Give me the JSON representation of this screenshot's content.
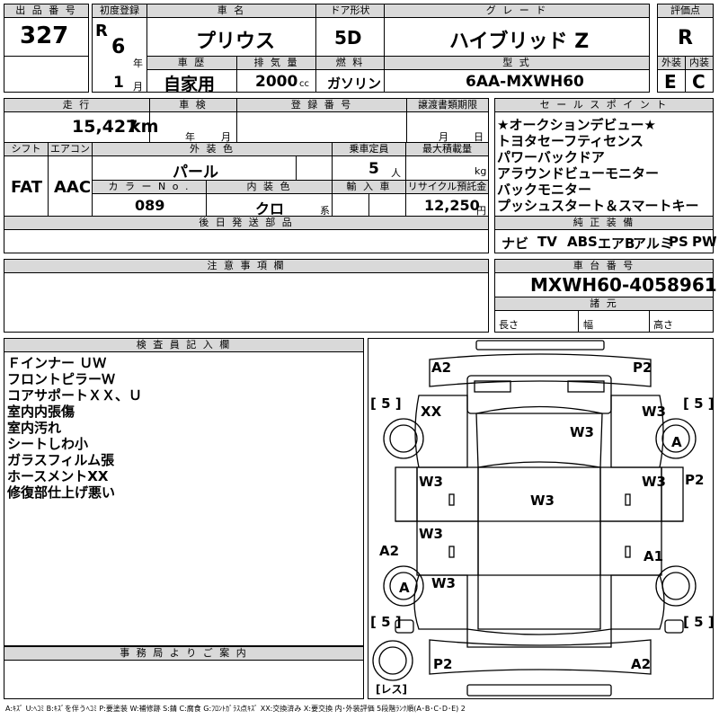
{
  "header": {
    "lot_label": "出 品 番 号",
    "lot_no": "327",
    "first_reg_label": "初度登録",
    "era": "R",
    "year": "6",
    "year_unit": "年",
    "month": "1",
    "month_unit": "月",
    "name_label": "車 名",
    "name": "プリウス",
    "door_label": "ドア形状",
    "door": "5D",
    "grade_label": "グ レ ー ド",
    "grade": "ハイブリッド Z",
    "score_label": "評価点",
    "score": "R",
    "history_label": "車 歴",
    "history": "自家用",
    "disp_label": "排 気 量",
    "disp": "2000",
    "disp_unit": "cc",
    "fuel_label": "燃 料",
    "fuel": "ガソリン",
    "model_label": "型 式",
    "model": "6AA-MXWH60",
    "ext_label": "外装",
    "ext": "E",
    "int_label": "内装",
    "int": "C"
  },
  "info": {
    "mileage_label": "走 行",
    "mileage": "15,427",
    "mileage_unit": "km",
    "inspection_label": "車 検",
    "insp_year": "年",
    "insp_month": "月",
    "plate_label": "登 録 番 号",
    "deadline_label": "譲渡書類期限",
    "dl_month": "月",
    "dl_day": "日",
    "shift_label": "シフト",
    "shift": "FAT",
    "ac_label": "エアコン",
    "ac": "AAC",
    "color_label": "外 装 色",
    "color": "パール",
    "capacity_label": "乗車定員",
    "capacity": "5",
    "capacity_unit": "人",
    "load_label": "最大積載量",
    "load_unit": "kg",
    "color_no_label": "カ ラ ー N o .",
    "color_no": "089",
    "interior_label": "内 装 色",
    "interior": "クロ",
    "interior_unit": "系",
    "import_label": "輸 入 車",
    "recycle_label": "リサイクル預託金",
    "recycle": "12,250",
    "recycle_unit": "円",
    "later_label": "後 日 発 送 部 品",
    "caution_label": "注 意 事 項 欄"
  },
  "sales": {
    "label": "セ ー ル ス ポ イ ン ト",
    "points": [
      "★オークションデビュー★",
      "トヨタセーフティセンス",
      "パワーバックドア",
      "アラウンドビューモニター",
      "バックモニター",
      "プッシュスタート＆スマートキー"
    ],
    "equip_label": "純 正 装 備",
    "equipment": [
      "ナビ",
      "TV",
      "ABS",
      "エアB",
      "アルミ",
      "PS",
      "PW"
    ]
  },
  "chassis": {
    "label": "車 台 番 号",
    "number": "MXWH60-4058961",
    "dims_label": "諸 元",
    "length": "長さ",
    "width": "幅",
    "height": "高さ"
  },
  "inspector": {
    "label": "検 査 員 記 入 欄",
    "notes": [
      "Ｆインナー ＵＷ",
      "フロントピラーＷ",
      "コアサポートＸＸ、Ｕ",
      "室内内張傷",
      "室内汚れ",
      "シートしわ小",
      "ガラスフィルム張",
      "ホースメントXX",
      "修復部仕上げ悪い"
    ]
  },
  "office": {
    "label": "事 務 局 よ り ご 案 内"
  },
  "diagram": {
    "front_left": "A2",
    "front_right": "P2",
    "fender_fl": "XX",
    "fender_fr": "W3",
    "hood": "W3",
    "wheel_fr": "A",
    "door_fl": "W3",
    "door_fr": "W3",
    "roof": "W3",
    "pillar_r": "P2",
    "rear_q_left": "A2",
    "door_rl": "W3",
    "rear_q_right": "A1",
    "wheel_rl": "A",
    "qtr_rl": "W3",
    "rear_left": "P2",
    "rear_right": "A2",
    "tire_fl": "5",
    "tire_fr": "5",
    "tire_rl": "5",
    "tire_rr": "5",
    "spare": "レス",
    "zero": "0"
  },
  "legend": "A:ｷｽﾞ U:ﾍｺﾐ B:ｷｽﾞを伴うﾍｺﾐ P:要塗装 W:補修跡 S:錆 C:腐食 G:ﾌﾛﾝﾄｶﾞﾗｽ点ｷｽﾞ XX:交換済み X:要交換 内･外装評価 5段階ﾗﾝｸ順(A･B･C･D･E) 2"
}
